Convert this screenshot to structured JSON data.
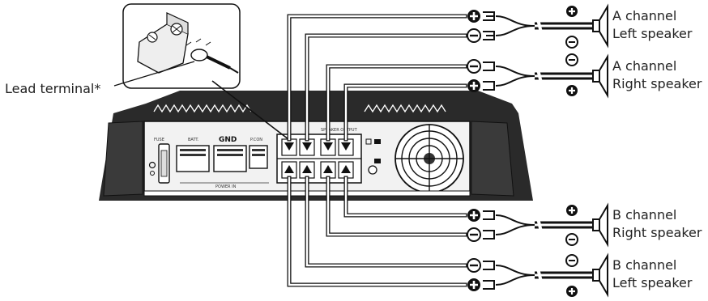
{
  "callout": {
    "label": "Lead terminal*"
  },
  "amp_labels": {
    "fuse": "FUSE",
    "batt": "BATT.",
    "gnd": "GND",
    "rcon": "P.CON",
    "power_in": "POWER IN",
    "speaker_output": "SPEAKER OUTPUT"
  },
  "speakers": [
    {
      "channel": "A channel",
      "side": "Left speaker"
    },
    {
      "channel": "A channel",
      "side": "Right speaker"
    },
    {
      "channel": "B channel",
      "side": "Right speaker"
    },
    {
      "channel": "B channel",
      "side": "Left speaker"
    }
  ],
  "polarity": {
    "positive": "+",
    "negative": "−"
  }
}
